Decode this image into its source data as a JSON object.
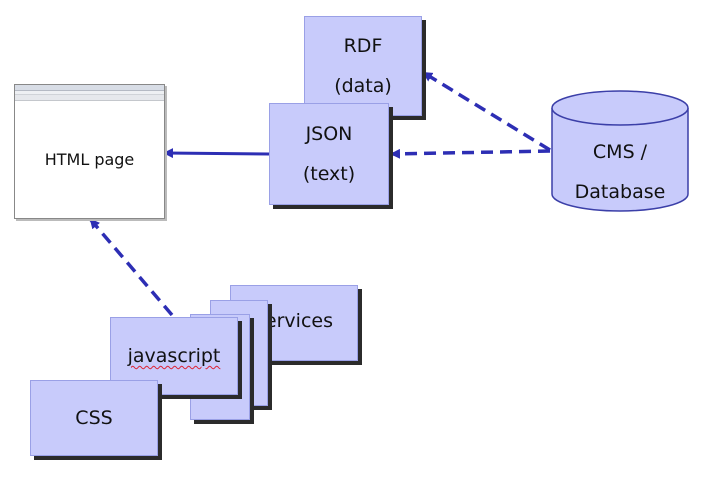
{
  "nodes": {
    "html_page": "HTML page",
    "rdf": [
      "RDF",
      "(data)"
    ],
    "json": [
      "JSON",
      "(text)"
    ],
    "cms": [
      "CMS /",
      "Database"
    ],
    "services": "services",
    "javascript": "javascript",
    "css": "CSS"
  },
  "colors": {
    "box_fill": "#c8cbfb",
    "arrow": "#2d2eb4",
    "shadow": "#2b2b2b"
  }
}
